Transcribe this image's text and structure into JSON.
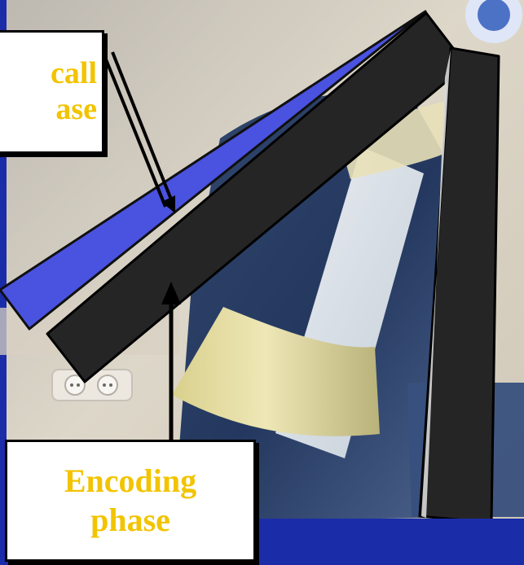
{
  "labels": {
    "recall": "call\nase",
    "encoding": "Encoding\nphase"
  },
  "colors": {
    "background_navy": "#1b2ca8",
    "wall": "#d8d2c3",
    "denim": "#3a4f73",
    "tape_white": "#e8eef2",
    "tape_yellow": "#e5dfa5",
    "blue_wedge": "#4a52e0",
    "black_band": "#252525",
    "label_text": "#f2c400",
    "label_fill": "#ffffff"
  },
  "icons": {
    "recall_arrow": "double-line-arrow",
    "encoding_arrow": "single-arrow"
  }
}
